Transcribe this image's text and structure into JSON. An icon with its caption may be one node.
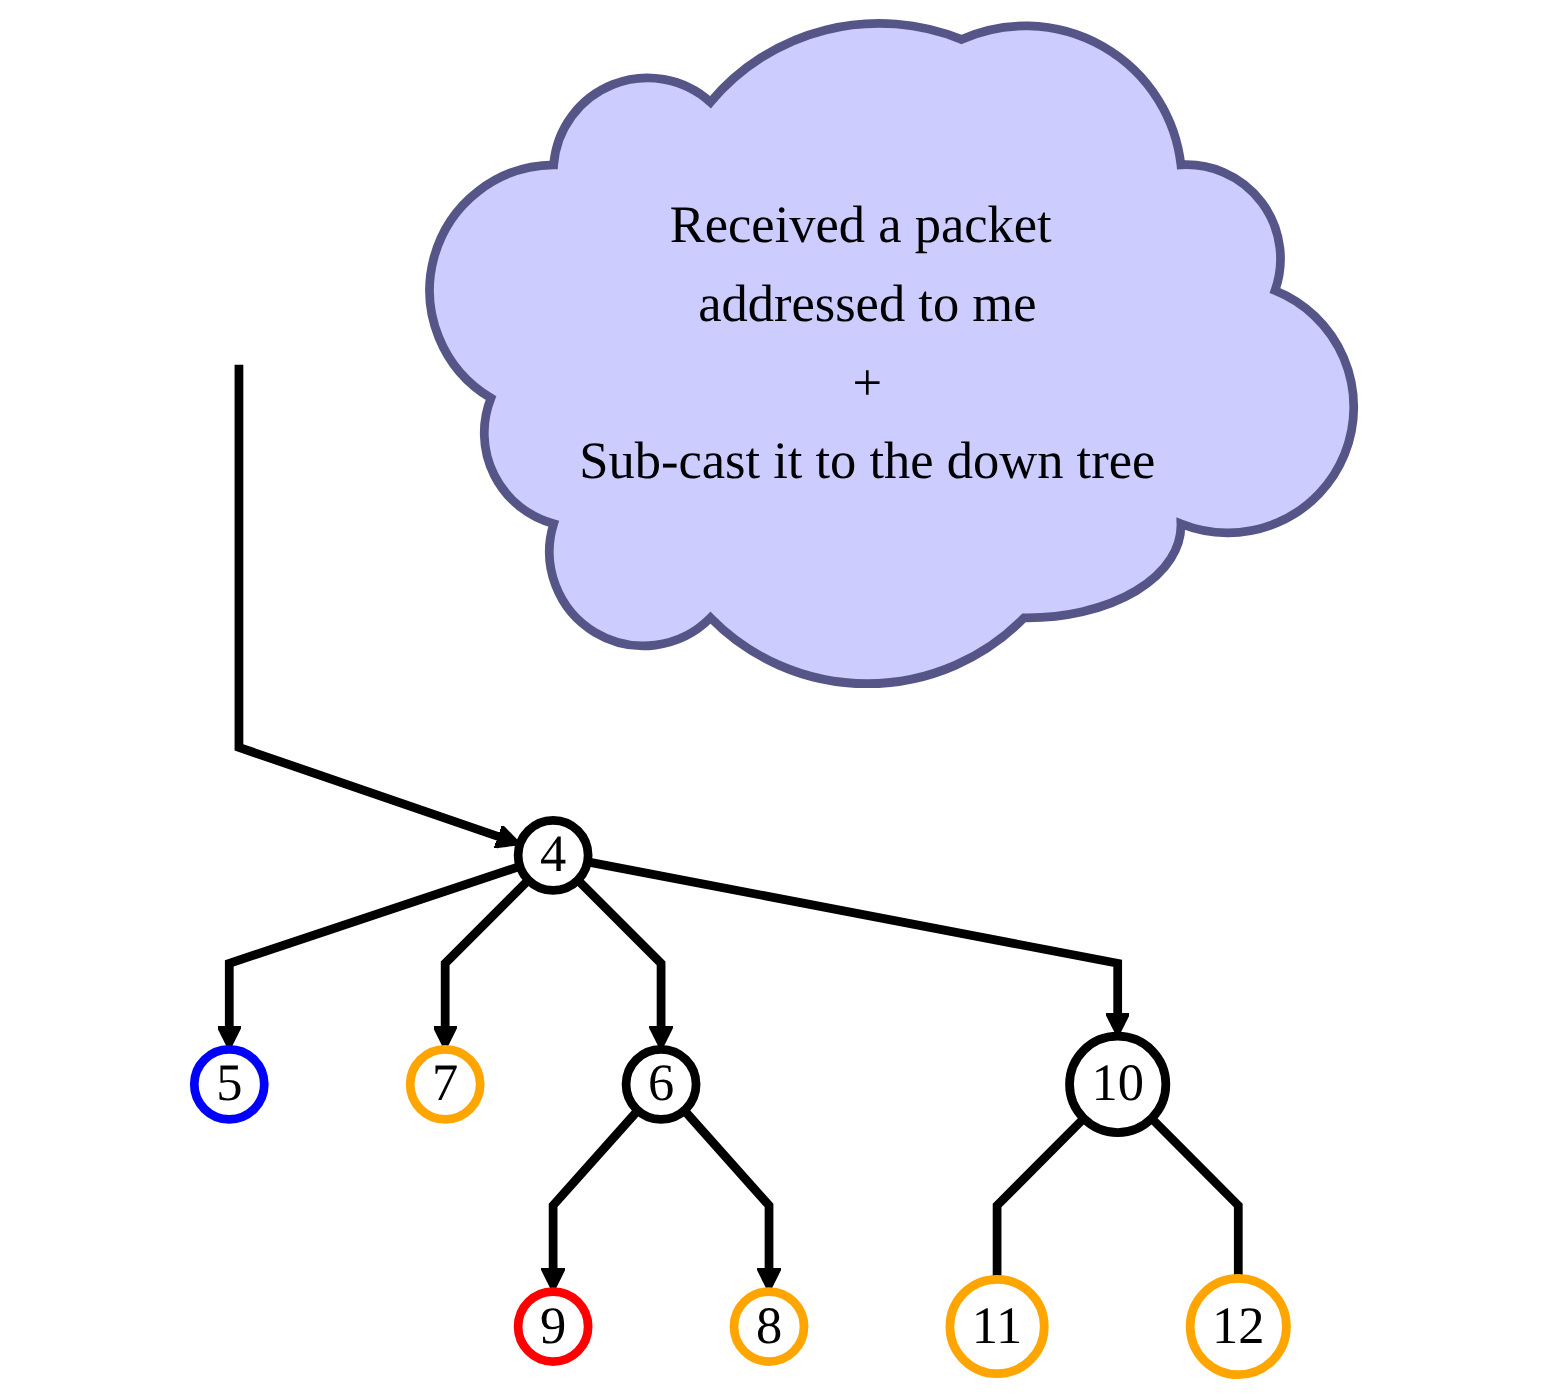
{
  "diagram": {
    "nodes": [
      {
        "text": [
          "Received a packet addressed to me",
          "+",
          "Sub-cast it to the down tree"
        ]
      },
      {
        "text": [
          "5"
        ]
      },
      {
        "text": [
          "4"
        ]
      },
      {
        "text": [
          "7"
        ]
      },
      {
        "text": [
          "10"
        ]
      },
      {
        "text": [
          "6"
        ]
      },
      {
        "text": [
          "12"
        ]
      },
      {
        "text": [
          "11"
        ]
      },
      {
        "text": [
          "9"
        ]
      },
      {
        "text": [
          "8"
        ]
      }
    ],
    "edges": [
      {
        "from": null,
        "to": 2,
        "arrow": "to"
      },
      {
        "from": 2,
        "to": 1,
        "arrow": "to"
      },
      {
        "from": 2,
        "to": 3,
        "arrow": "to"
      },
      {
        "from": 2,
        "to": 5,
        "arrow": "to"
      },
      {
        "from": 2,
        "to": 4,
        "arrow": "to"
      },
      {
        "from": 4,
        "to": 7,
        "arrow": "none"
      },
      {
        "from": 4,
        "to": 6,
        "arrow": "none"
      },
      {
        "from": 5,
        "to": 8,
        "arrow": "to"
      },
      {
        "from": 5,
        "to": 9,
        "arrow": "to"
      }
    ]
  }
}
